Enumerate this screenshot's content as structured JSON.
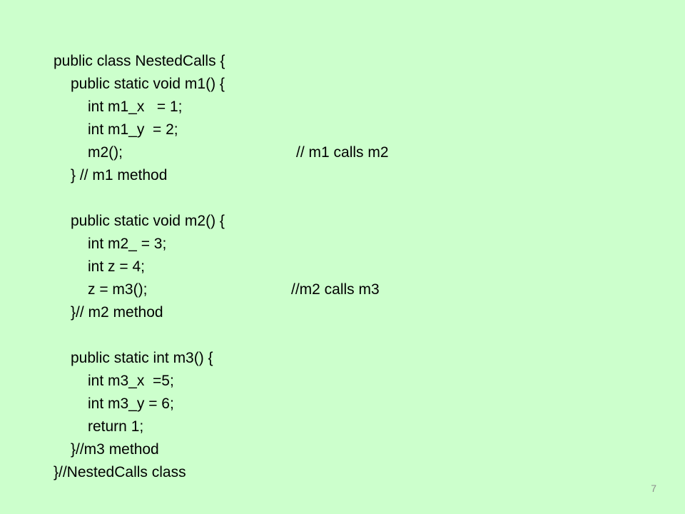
{
  "slide": {
    "background_color": "#ccffcc",
    "text_color": "#000000",
    "page_number": "7"
  },
  "code": {
    "class_open": "public class NestedCalls {",
    "m1_signature": "public static void m1() {",
    "m1_x": "int m1_x   = 1;",
    "m1_y": "int m1_y  = 2;",
    "m1_call": "m2();",
    "m1_call_comment": "// m1 calls m2",
    "m1_close": "} // m1 method",
    "m2_signature": "public static void m2() {",
    "m2_var": "int m2_ = 3;",
    "m2_z": "int z = 4;",
    "m2_call": "z = m3();",
    "m2_call_comment": "//m2 calls m3",
    "m2_close": "}// m2 method",
    "m3_signature": "public static int m3() {",
    "m3_x": "int m3_x  =5;",
    "m3_y": "int m3_y = 6;",
    "m3_return": "return 1;",
    "m3_close": "}//m3 method",
    "class_close": "}//NestedCalls class"
  }
}
